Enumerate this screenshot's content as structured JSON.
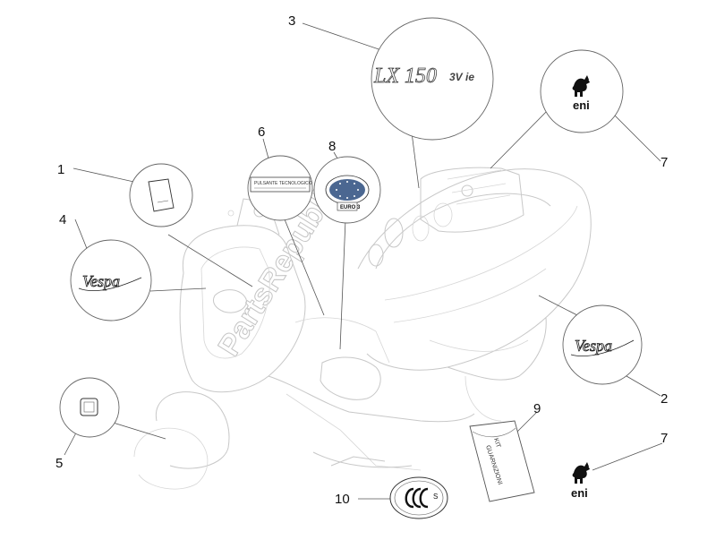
{
  "watermark": "PartsRepublik",
  "callouts": [
    {
      "id": "1",
      "label": "1"
    },
    {
      "id": "2",
      "label": "2"
    },
    {
      "id": "3",
      "label": "3"
    },
    {
      "id": "4",
      "label": "4"
    },
    {
      "id": "5",
      "label": "5"
    },
    {
      "id": "6",
      "label": "6"
    },
    {
      "id": "7a",
      "label": "7"
    },
    {
      "id": "7b",
      "label": "7"
    },
    {
      "id": "8",
      "label": "8"
    },
    {
      "id": "9",
      "label": "9"
    },
    {
      "id": "10",
      "label": "10"
    }
  ],
  "decals": {
    "lx_badge": "LX 150",
    "lx_badge_suffix": "3V ie",
    "vespa_script": "Vespa",
    "eni_text": "eni",
    "decal6_text": "PULSANTE TECNOLOGICO",
    "euro_text": "EURO 3",
    "ccc_text": "CCC",
    "ccc_sub": "S",
    "kit_text_1": "KIT",
    "kit_text_2": "GUARNIZIONI"
  },
  "colors": {
    "line": "#555555",
    "ghost": "#c8c8c8",
    "badge_blue": "#2b4c7e",
    "watermark": "#c0c0c0"
  }
}
